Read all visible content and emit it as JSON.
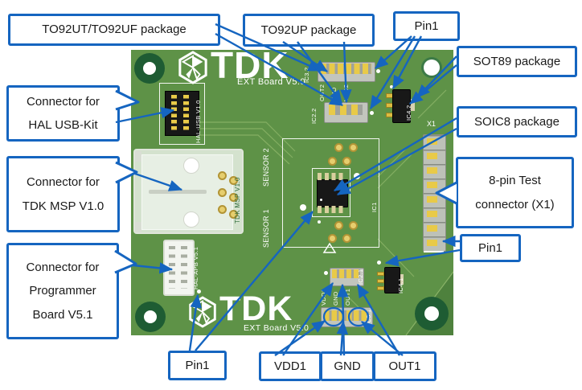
{
  "callouts": {
    "to92ut": "TO92UT/TO92UF package",
    "to92up": "TO92UP package",
    "pin1_top": "Pin1",
    "sot89": "SOT89 package",
    "soic8": "SOIC8 package",
    "test_conn_line1": "8-pin Test",
    "test_conn_line2": "connector (X1)",
    "pin1_right": "Pin1",
    "usbkit_line1": "Connector for",
    "usbkit_line2": "HAL USB-Kit",
    "msp_line1": "Connector for",
    "msp_line2": "TDK MSP V1.0",
    "prog_line1": "Connector for",
    "prog_line2": "Programmer",
    "prog_line3": "Board V5.1",
    "pin1_bottom": "Pin1",
    "vdd1": "VDD1",
    "gnd": "GND",
    "out1": "OUT1"
  },
  "board": {
    "logo_text": "TDK",
    "version_text": "EXT Board V5.0",
    "silkscreen": {
      "hal_usb": "HAL-USB V1.0",
      "tdk_msp": "TDK MSP V1.0",
      "hal_apb": "HAL-APB V5.1",
      "sensor1": "SENSOR 1",
      "sensor2": "SENSOR 2",
      "ic1": "IC1",
      "x1": "X1",
      "ic3_2": "IC3.2",
      "ic2_2": "IC2.2",
      "ic2_1": "IC2.1",
      "ic3_1": "IC3.1",
      "ic4_1": "IC4.1",
      "ic4_2": "IC4.2",
      "out2": "OUT2",
      "gnd2": "GND",
      "vdd2": "VDD2",
      "vdd1": "VDD1",
      "gnd1": "GND",
      "out1": "OUT1"
    }
  },
  "colors": {
    "callout_border": "#1565C0",
    "leader_line": "#1565C0",
    "board_green": "#5E9247",
    "board_dark_green": "#1E5C33",
    "silkscreen_white": "#FFFFFF",
    "pin_gold": "#E8CA48",
    "component_black": "#181818",
    "connector_gray": "#C2C5BD"
  }
}
